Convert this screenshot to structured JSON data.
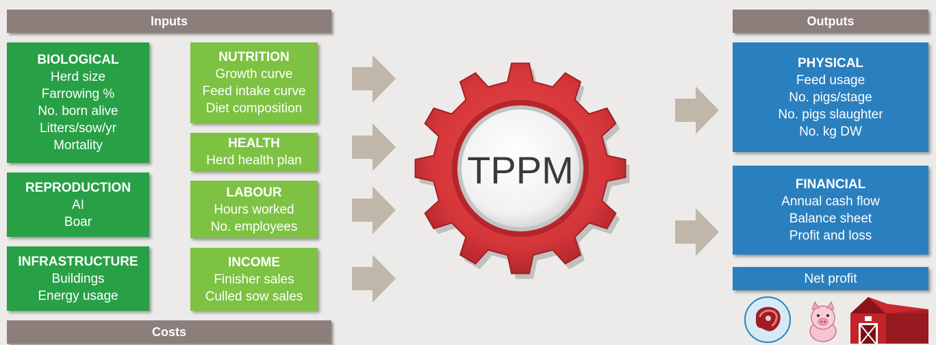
{
  "inputs_header": "Inputs",
  "costs_footer": "Costs",
  "outputs_header": "Outputs",
  "center_label": "TPPM",
  "colors": {
    "header": "#8c7e7a",
    "input_dark": "#27a046",
    "input_light": "#7dc242",
    "output": "#2a7fbf",
    "gear": "#d8393c",
    "arrow": "#c0b7aa"
  },
  "inputs": {
    "biological": {
      "title": "BIOLOGICAL",
      "items": [
        "Herd size",
        "Farrowing %",
        "No. born alive",
        "Litters/sow/yr",
        "Mortality"
      ]
    },
    "reproduction": {
      "title": "REPRODUCTION",
      "items": [
        "AI",
        "Boar"
      ]
    },
    "infrastructure": {
      "title": "INFRASTRUCTURE",
      "items": [
        "Buildings",
        "Energy usage"
      ]
    },
    "nutrition": {
      "title": "NUTRITION",
      "items": [
        "Growth curve",
        "Feed intake curve",
        "Diet composition"
      ]
    },
    "health": {
      "title": "HEALTH",
      "items": [
        "Herd health plan"
      ]
    },
    "labour": {
      "title": "LABOUR",
      "items": [
        "Hours worked",
        "No. employees"
      ]
    },
    "income": {
      "title": "INCOME",
      "items": [
        "Finisher sales",
        "Culled sow sales"
      ]
    }
  },
  "outputs": {
    "physical": {
      "title": "PHYSICAL",
      "items": [
        "Feed usage",
        "No. pigs/stage",
        "No. pigs slaughter",
        "No. kg DW"
      ]
    },
    "financial": {
      "title": "FINANCIAL",
      "items": [
        "Annual cash flow",
        "Balance sheet",
        "Profit and loss"
      ]
    },
    "net_profit": "Net profit"
  },
  "icons": [
    "meat-icon",
    "pig-icon",
    "barn-icon"
  ]
}
